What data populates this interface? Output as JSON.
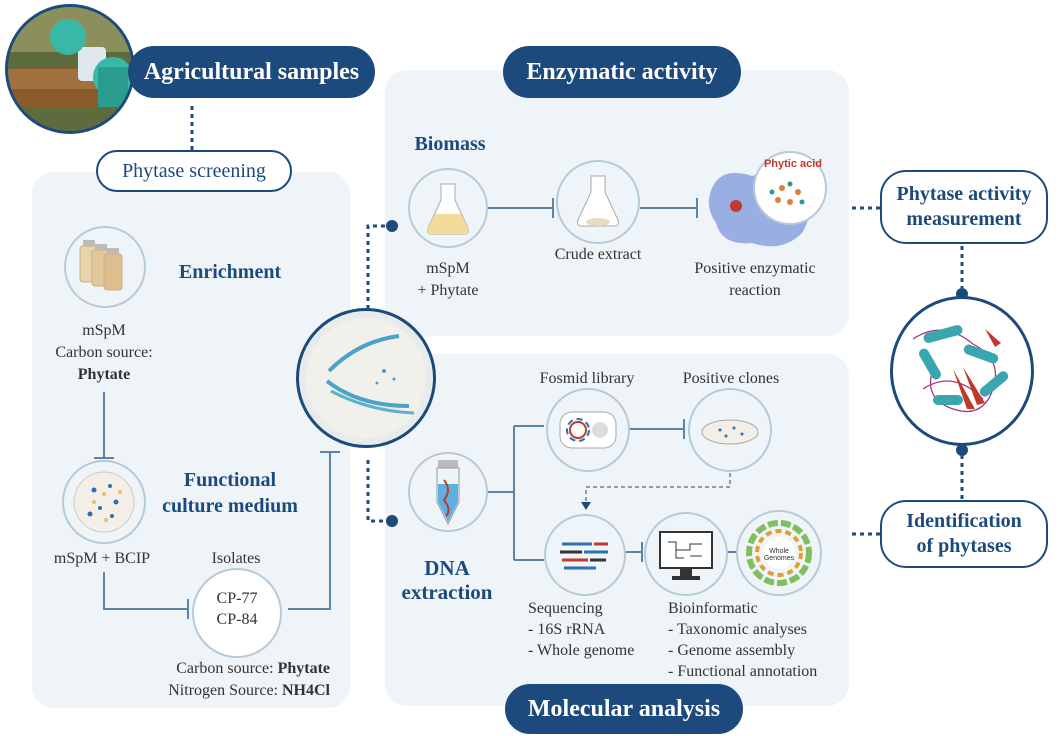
{
  "agricultural_samples": "Agricultural samples",
  "phytase_screening": "Phytase screening",
  "enzymatic_activity": "Enzymatic activity",
  "molecular_analysis": "Molecular analysis",
  "phytase_activity_measurement": [
    "Phytase activity",
    "measurement"
  ],
  "identification_of_phytases": [
    "Identification",
    "of phytases"
  ],
  "enrichment": {
    "title": "Enrichment",
    "medium": "mSpM",
    "carbon_label": "Carbon source:",
    "carbon_value": "Phytate"
  },
  "functional": {
    "title_lines": [
      "Functional",
      "culture medium"
    ],
    "medium": "mSpM + BCIP",
    "isolates_label": "Isolates",
    "isolates": [
      "CP-77",
      "CP-84"
    ],
    "carbon_label": "Carbon source: ",
    "carbon_value": "Phytate",
    "nitrogen_label": "Nitrogen Source: ",
    "nitrogen_value": "NH4Cl"
  },
  "biomass": {
    "title": "Biomass",
    "medium_lines": [
      "mSpM",
      "+ Phytate"
    ],
    "crude_extract": "Crude extract",
    "positive_reaction_lines": [
      "Positive enzymatic",
      "reaction"
    ],
    "phytic_acid": "Phytic acid"
  },
  "molecular": {
    "dna_lines": [
      "DNA",
      "extraction"
    ],
    "fosmid_library": "Fosmid library",
    "positive_clones": "Positive clones",
    "sequencing_title": "Sequencing",
    "sequencing_items": [
      "- 16S rRNA",
      "- Whole genome"
    ],
    "bioinformatic_title": "Bioinformatic",
    "bioinformatic_items": [
      "- Taxonomic analyses",
      "- Genome assembly",
      "- Functional annotation"
    ],
    "whole_genomes": "Whole Genomes"
  },
  "colors": {
    "navy": "#1c4a7c",
    "panel": "#eef4f8",
    "circle_border": "#b7cad8",
    "connector": "#5b84a8"
  }
}
